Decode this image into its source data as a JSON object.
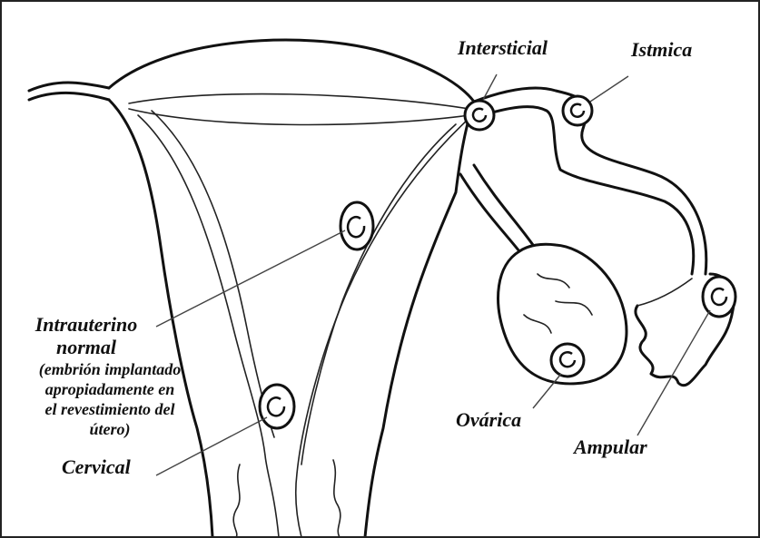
{
  "labels": {
    "intersticial": "Intersticial",
    "istmica": "Istmica",
    "intrauterino_line1": "Intrauterino",
    "intrauterino_line2": "normal",
    "note_line1": "(embrión implantado",
    "note_line2": "apropiadamente en",
    "note_line3": "el revestimiento del",
    "note_line4": "útero)",
    "cervical": "Cervical",
    "ovarica": "Ovárica",
    "ampular": "Ampular"
  },
  "colors": {
    "ink": "#111111",
    "background": "#ffffff"
  },
  "icons": {
    "embryo": "embryo-sac-icon"
  }
}
